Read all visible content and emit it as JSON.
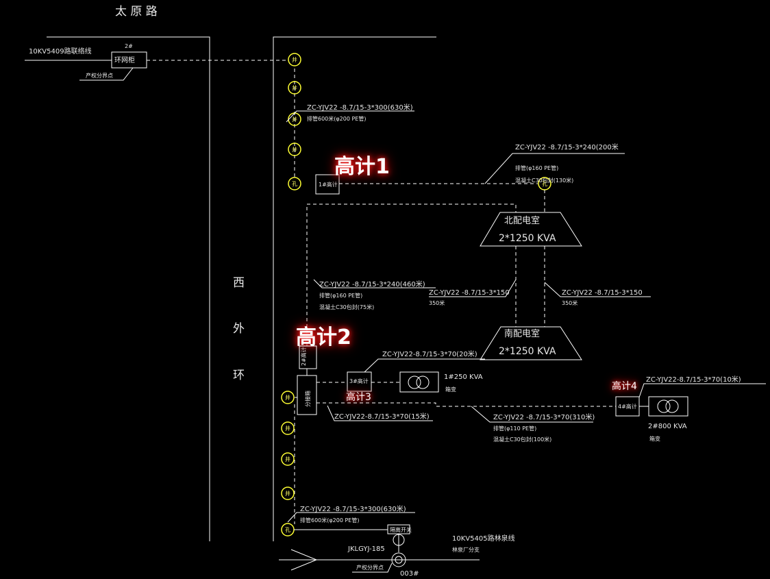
{
  "roads": {
    "north": "太  原  路",
    "west": [
      "西",
      "外",
      "环"
    ]
  },
  "source_line_top": "10KV5409路联络线",
  "ring_cabinet": {
    "id": "2#",
    "label": "环网柜",
    "tag": "产权分界点"
  },
  "cable_main_top": {
    "spec": "ZC-YJV22 -8.7/15-3*300(630米)",
    "conduit": "排管600米(φ200 PE管)"
  },
  "cable_meter1_north": {
    "spec": "ZC-YJV22 -8.7/15-3*240(200米",
    "conduit": "排管(φ160 PE管)",
    "encase": "混凝土C30包封(130米)"
  },
  "cable_meter2_north": {
    "spec": "ZC-YJV22 -8.7/15-3*240(460米)",
    "conduit": "排管(φ160 PE管)",
    "encase": "混凝土C30包封(75米)"
  },
  "cable_tie_left": {
    "spec": "ZC-YJV22 -8.7/15-3*150",
    "length": "350米"
  },
  "cable_tie_right": {
    "spec": "ZC-YJV22 -8.7/15-3*150",
    "length": "350米"
  },
  "north_room": {
    "name": "北配电室",
    "capacity": "2*1250 KVA"
  },
  "south_room": {
    "name": "南配电室",
    "capacity": "2*1250 KVA"
  },
  "meter1": {
    "box": "1#高计",
    "highlight": "高计1"
  },
  "meter2": {
    "box": "2#高计",
    "highlight": "高计2"
  },
  "meter3": {
    "box": "3#高计",
    "highlight": "高计3"
  },
  "meter4": {
    "box": "4#高计",
    "highlight": "高计4"
  },
  "switch_station": "分接箱",
  "cable_meter3": "ZC-YJV22-8.7/15-3*70(20米)",
  "cable_sw_down": "ZC-YJV22-8.7/15-3*70(15米)",
  "cable_meter4_mid": {
    "spec": "ZC-YJV22 -8.7/15-3*70(310米)",
    "conduit": "排管(φ110 PE管)",
    "encase": "混凝土C30包封(100米)"
  },
  "cable_meter4": "ZC-YJV22-8.7/15-3*70(10米)",
  "transformer1": {
    "capacity": "1#250 KVA",
    "type": "箱变"
  },
  "transformer2": {
    "capacity": "2#800 KVA",
    "type": "箱变"
  },
  "cable_main_bottom": {
    "spec": "ZC-YJV22 -8.7/15-3*300(630米)",
    "conduit": "排管600米(φ200 PE管)"
  },
  "bottom_box": "隔离开关",
  "overhead_line": "JKLGYJ-185",
  "source_line_bottom": {
    "name": "10KV5405路林泉线",
    "branch": "林泉厂分支"
  },
  "bottom_tag": "产权分界点",
  "pole": "003#",
  "manhole_labels": {
    "well": "井",
    "crossing": "孔"
  }
}
